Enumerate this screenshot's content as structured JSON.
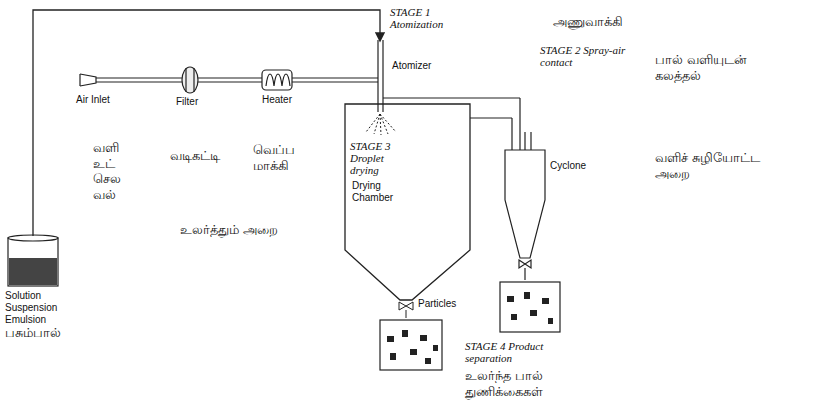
{
  "diagram": {
    "labels": [
      "STAGE 1 Atomization",
      "Atomizer",
      "அணுவாக்கி",
      "STAGE 2 Spray-air contact",
      "பால் வளியுடன் கலத்தல்",
      "Air Inlet",
      "Filter",
      "Heater",
      "STAGE 3 Droplet drying",
      "Cyclone",
      "வளிச் சுழியோட்ட அறை",
      "வளி உட் செல வல்",
      "வடிகட்டி",
      "வெப்ப மாக்கி",
      "Drying Chamber",
      "உலர்த்தும் அறை",
      "Solution Suspension Emulsion",
      "பசும்பால்",
      "Particles",
      "STAGE 4 Product separation",
      "உலர்ந்த பால் துணிக்கைகள்"
    ]
  }
}
